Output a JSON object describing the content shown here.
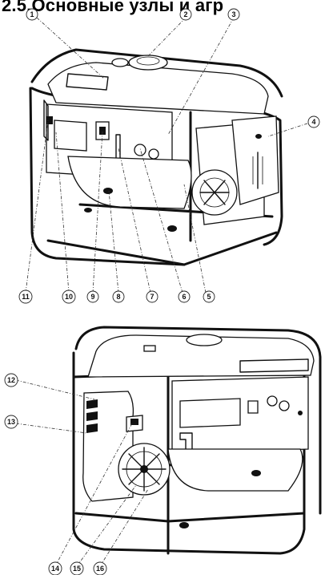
{
  "heading": "2.5.Основные узлы и агр",
  "callouts": [
    {
      "id": "c1",
      "label": "1"
    },
    {
      "id": "c2",
      "label": "2"
    },
    {
      "id": "c3",
      "label": "3"
    },
    {
      "id": "c4",
      "label": "4"
    },
    {
      "id": "c5",
      "label": "5"
    },
    {
      "id": "c6",
      "label": "6"
    },
    {
      "id": "c7",
      "label": "7"
    },
    {
      "id": "c8",
      "label": "8"
    },
    {
      "id": "c9",
      "label": "9"
    },
    {
      "id": "c10",
      "label": "10"
    },
    {
      "id": "c11",
      "label": "11"
    },
    {
      "id": "c12",
      "label": "12"
    },
    {
      "id": "c13",
      "label": "13"
    },
    {
      "id": "c14",
      "label": "14"
    },
    {
      "id": "c15",
      "label": "15"
    },
    {
      "id": "c16",
      "label": "16"
    }
  ],
  "colors": {
    "ink": "#111111",
    "paper": "#ffffff"
  }
}
